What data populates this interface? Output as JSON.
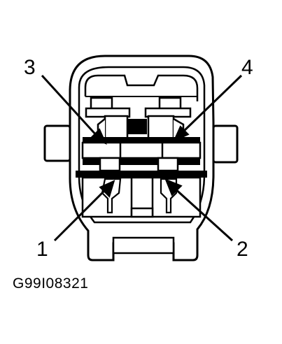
{
  "callouts": {
    "terminal_1": "1",
    "terminal_2": "2",
    "terminal_3": "3",
    "terminal_4": "4"
  },
  "figure_code": "G99I08321",
  "colors": {
    "line": "#000000",
    "fill": "#ffffff",
    "shade": "#000000"
  }
}
